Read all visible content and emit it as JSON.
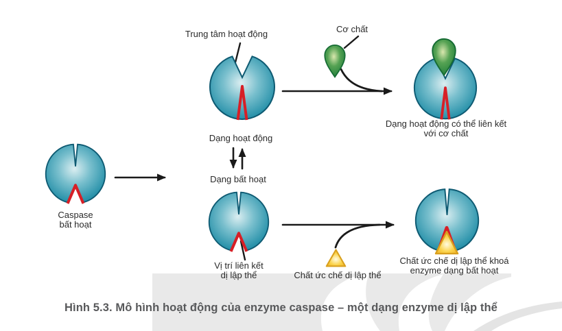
{
  "figure": {
    "caption": "Hình 5.3. Mô hình hoạt động của enzyme caspase – một dạng enzyme dị lập thể"
  },
  "labels": {
    "active_site": "Trung tâm hoạt động",
    "substrate": "Cơ chất",
    "active_form": "Dạng hoạt động",
    "inactive_form": "Dạng bất hoạt",
    "caspase_inactive": [
      "Caspase",
      "bất hoạt"
    ],
    "active_with_substrate": [
      "Dạng hoạt động có thể liên kết",
      "với cơ chất"
    ],
    "allosteric_site": [
      "Vị trí liên kết",
      "dị lập thể"
    ],
    "allosteric_inhibitor": "Chất ức chế dị lập thể",
    "inhibitor_locked": [
      "Chất ức chế dị lập thể khoá",
      "enzyme dạng bất hoạt"
    ]
  },
  "colors": {
    "enzyme_fill": "#2e95ad",
    "enzyme_edge": "#0e5a72",
    "active_site_red": "#d71f26",
    "substrate_green": "#2f9447",
    "substrate_edge": "#156b33",
    "inhibitor_yellow": "#f7c331",
    "inhibitor_edge": "#d9a01e",
    "arrow_black": "#1a1a1a",
    "caption_text": "#58595b",
    "label_text": "#2a2a2a",
    "watermark_gray": "#e8e8e8"
  }
}
